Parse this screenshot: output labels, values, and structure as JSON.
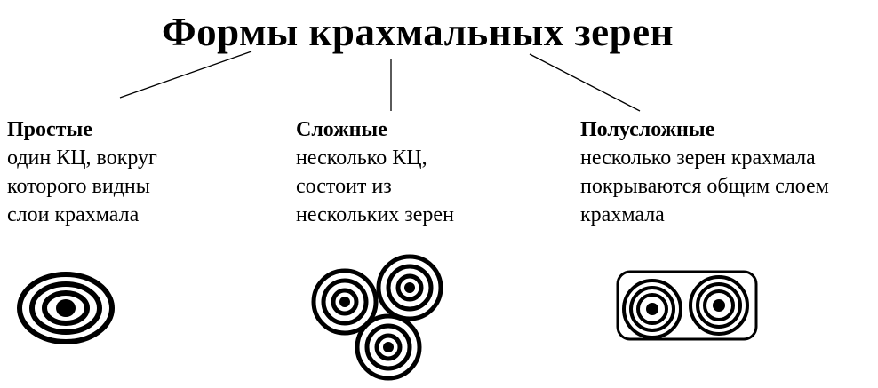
{
  "diagram": {
    "title": "Формы крахмальных зерен",
    "categories": [
      {
        "id": "simple",
        "title": "Простые",
        "lines": [
          "один КЦ, вокруг",
          "которого видны",
          "слои крахмала"
        ]
      },
      {
        "id": "complex",
        "title": "Сложные",
        "lines": [
          "несколько КЦ,",
          "состоит из",
          "нескольких зерен"
        ]
      },
      {
        "id": "semi",
        "title": "Полусложные",
        "lines": [
          "несколько зерен крахмала",
          "покрываются общим слоем",
          "крахмала"
        ]
      }
    ],
    "colors": {
      "ink": "#000000",
      "background": "#ffffff"
    }
  }
}
